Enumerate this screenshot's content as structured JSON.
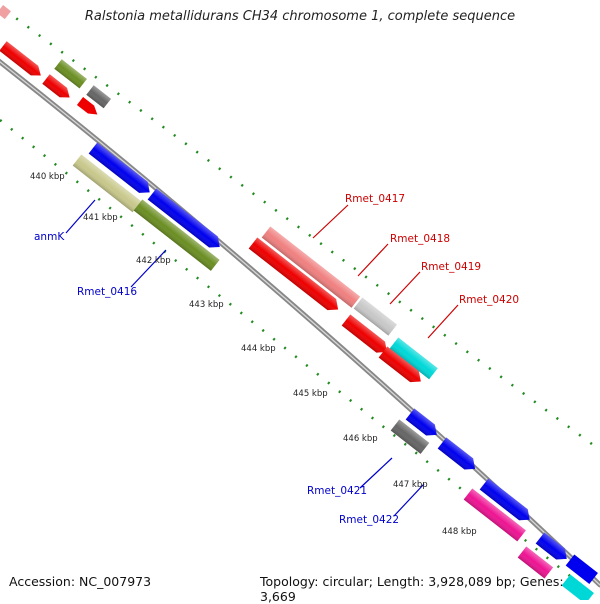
{
  "title": "Ralstonia metallidurans CH34 chromosome 1, complete sequence",
  "footer": {
    "accession": "Accession: NC_007973",
    "summary": "Topology: circular; Length: 3,928,089 bp; Genes: 3,669"
  },
  "ticks": [
    "440 kbp",
    "441 kbp",
    "442 kbp",
    "443 kbp",
    "444 kbp",
    "445 kbp",
    "446 kbp",
    "447 kbp",
    "448 kbp"
  ],
  "labels": {
    "anmK": "anmK",
    "rmet_0416": "Rmet_0416",
    "rmet_0417": "Rmet_0417",
    "rmet_0418": "Rmet_0418",
    "rmet_0419": "Rmet_0419",
    "rmet_0420": "Rmet_0420",
    "rmet_0421": "Rmet_0421",
    "rmet_0422": "Rmet_0422"
  },
  "colors": {
    "forward_label": "#cc0000",
    "reverse_label": "#0000cc",
    "backbone": "#888888",
    "tick_guides": "#228b22"
  }
}
